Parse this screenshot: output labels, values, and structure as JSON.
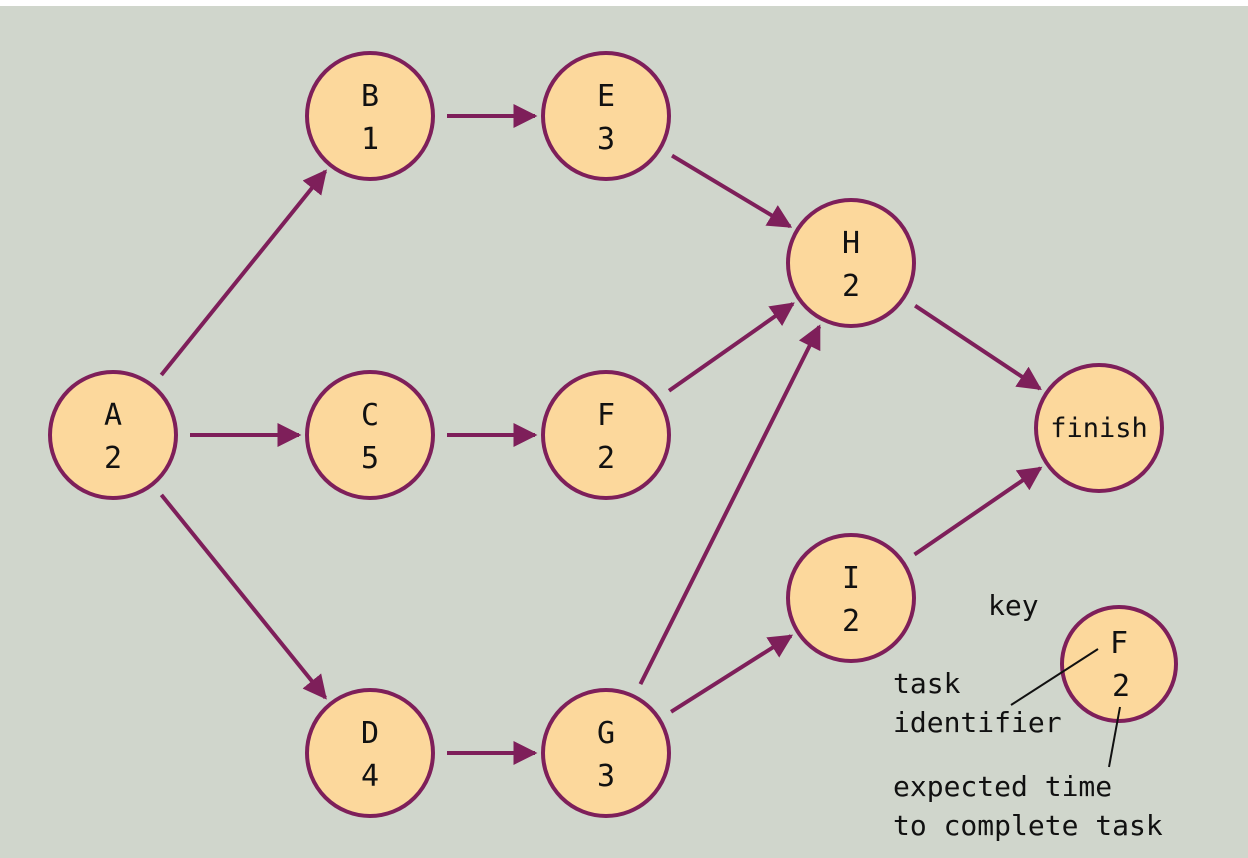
{
  "colors": {
    "background": "#d0d6cc",
    "node_fill": "#fcd89c",
    "node_stroke": "#7e1f5a",
    "arrow": "#7e1f5a",
    "text": "#111111",
    "top_strip": "#ffffff"
  },
  "nodes": [
    {
      "id": "A",
      "time": "2"
    },
    {
      "id": "B",
      "time": "1"
    },
    {
      "id": "C",
      "time": "5"
    },
    {
      "id": "D",
      "time": "4"
    },
    {
      "id": "E",
      "time": "3"
    },
    {
      "id": "F",
      "time": "2"
    },
    {
      "id": "G",
      "time": "3"
    },
    {
      "id": "H",
      "time": "2"
    },
    {
      "id": "I",
      "time": "2"
    },
    {
      "id": "finish",
      "label": "finish"
    }
  ],
  "edges": [
    {
      "from": "A",
      "to": "B"
    },
    {
      "from": "A",
      "to": "C"
    },
    {
      "from": "A",
      "to": "D"
    },
    {
      "from": "B",
      "to": "E"
    },
    {
      "from": "C",
      "to": "F"
    },
    {
      "from": "D",
      "to": "G"
    },
    {
      "from": "E",
      "to": "H"
    },
    {
      "from": "F",
      "to": "H"
    },
    {
      "from": "G",
      "to": "H"
    },
    {
      "from": "G",
      "to": "I"
    },
    {
      "from": "H",
      "to": "finish"
    },
    {
      "from": "I",
      "to": "finish"
    }
  ],
  "key": {
    "title": "key",
    "example_id": "F",
    "example_time": "2",
    "identifier_label_line1": "task",
    "identifier_label_line2": "identifier",
    "time_label_line1": "expected time",
    "time_label_line2": "to complete task"
  }
}
